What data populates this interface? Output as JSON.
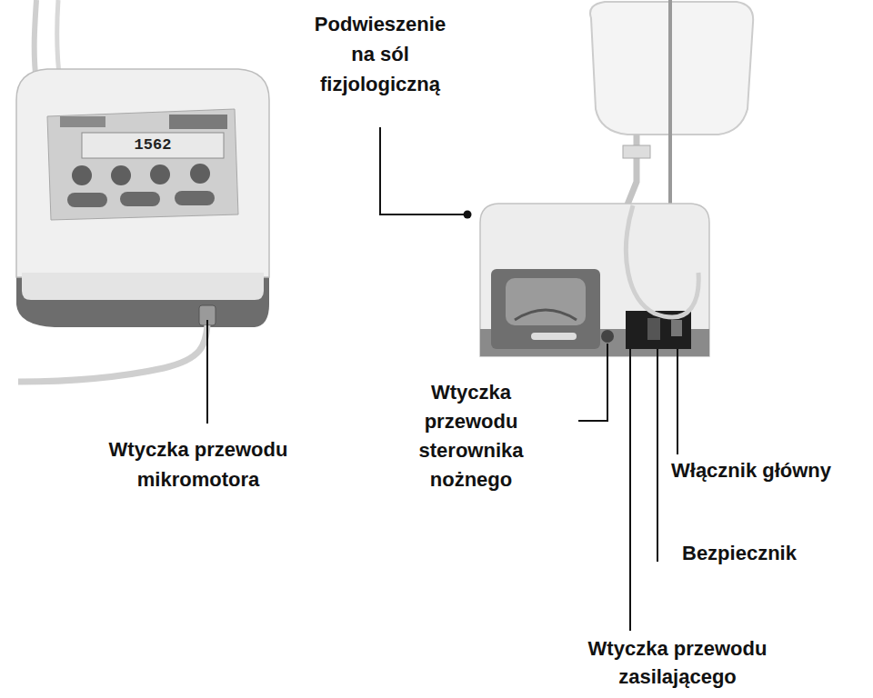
{
  "diagram": {
    "labels": [
      "Podwieszenie na sól fizjologiczną",
      "1562",
      "Wtyczka przewodu mikromotora",
      "Wtyczka przewodu sterownika nożnego",
      "Włącznik główny",
      "Bezpiecznik",
      "Wtyczka przewodu zasilającego"
    ]
  }
}
